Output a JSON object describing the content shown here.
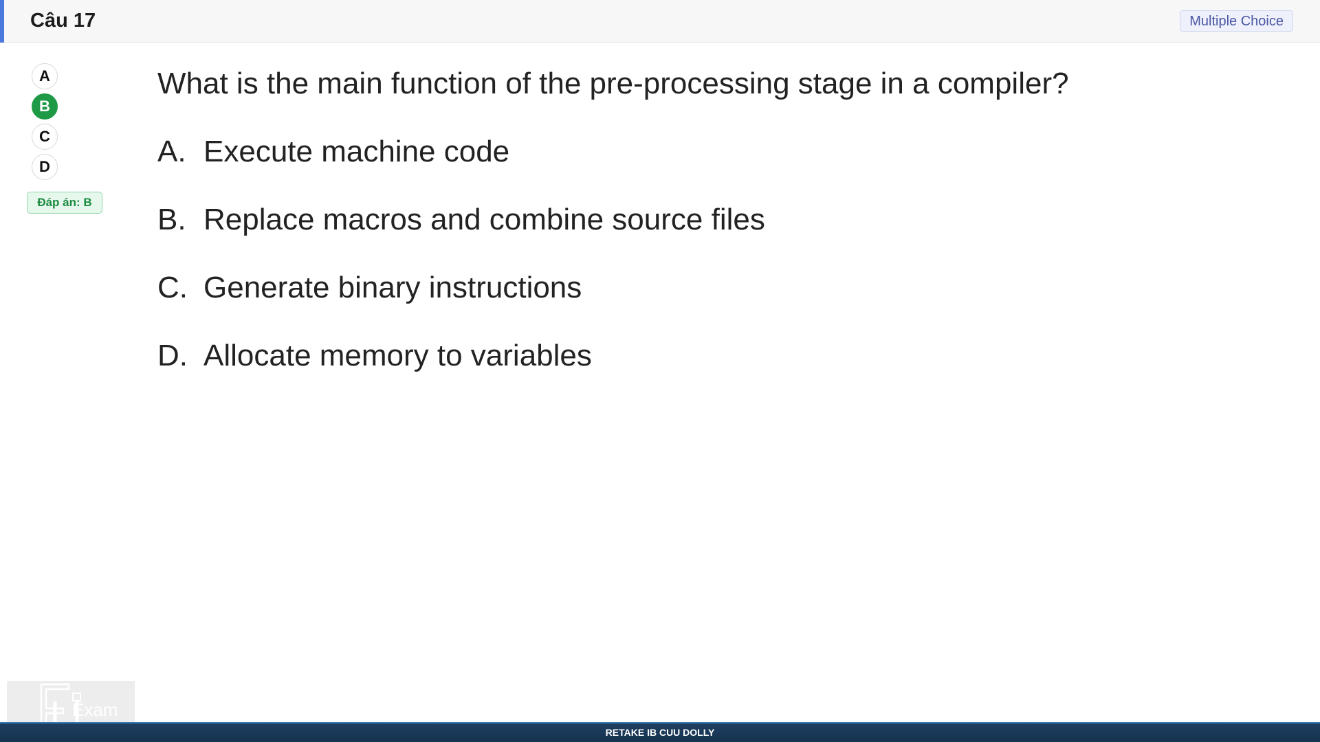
{
  "header": {
    "title": "Câu 17",
    "type_badge": "Multiple Choice"
  },
  "choice_nav": {
    "options": [
      "A",
      "B",
      "C",
      "D"
    ],
    "selected": "B"
  },
  "answer_badge": "Đáp án: B",
  "slide": {
    "question": "What is the main function of the pre-processing stage in a compiler?",
    "options": [
      {
        "letter": "A.",
        "text": "Execute machine code"
      },
      {
        "letter": "B.",
        "text": "Replace macros and combine source files"
      },
      {
        "letter": "C.",
        "text": "Generate binary instructions"
      },
      {
        "letter": "D.",
        "text": "Allocate memory to variables"
      }
    ]
  },
  "logo": {
    "text": "Exam",
    "icon": "fu-exam-logo-icon"
  },
  "footer": {
    "text": "RETAKE IB CUU DOLLY"
  },
  "colors": {
    "accent": "#4a7bdc",
    "selected": "#1e9a47",
    "footer_bg": "#1f3e60"
  }
}
